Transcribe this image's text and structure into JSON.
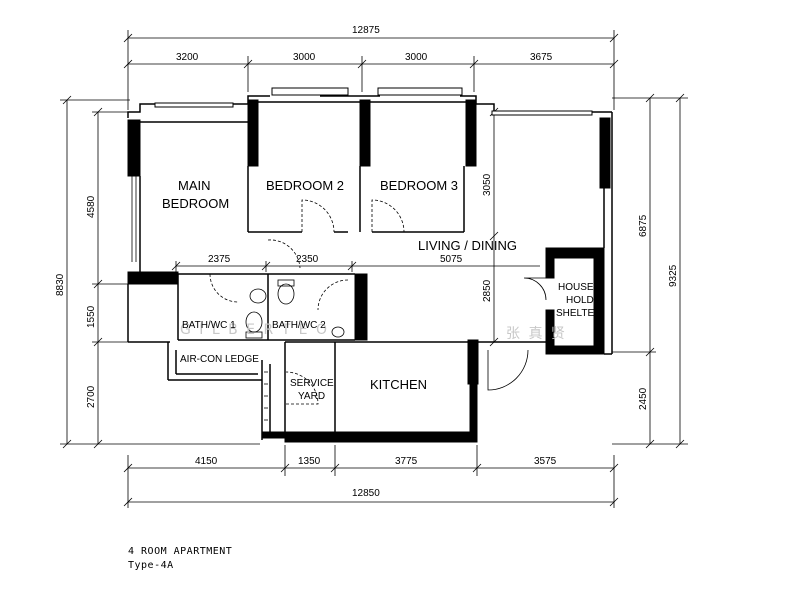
{
  "dimensions": {
    "top_total": "12875",
    "top_segments": [
      "3200",
      "3000",
      "3000",
      "3675"
    ],
    "bottom_segments": [
      "4150",
      "1350",
      "3775",
      "3575"
    ],
    "bottom_total": "12850",
    "left_outer": "8830",
    "left_inner": [
      "4580",
      "1550",
      "2700"
    ],
    "right_outer": "9325",
    "right_inner": [
      "6875",
      "2450"
    ],
    "interior": {
      "bath1_width": "2375",
      "bath2_width": "2350",
      "living_width": "5075",
      "bedroom3_depth": "3050",
      "living_depth": "2850"
    }
  },
  "rooms": {
    "main_bedroom_line1": "MAIN",
    "main_bedroom_line2": "BEDROOM",
    "bedroom2": "BEDROOM 2",
    "bedroom3": "BEDROOM 3",
    "living_dining": "LIVING / DINING",
    "household_line1": "HOUSE-",
    "household_line2": "HOLD",
    "household_line3": "SHELTER",
    "bath1": "BATH/WC 1",
    "bath2": "BATH/WC 2",
    "aircon": "AIR-CON LEDGE",
    "service_line1": "SERVICE",
    "service_line2": "YARD",
    "kitchen": "KITCHEN"
  },
  "watermark": {
    "latin": "G  I  L  B  E  R  T  E  O",
    "chinese": "张 真 贤"
  },
  "caption": {
    "line1": "4 ROOM APARTMENT",
    "line2": "Type-4A"
  }
}
